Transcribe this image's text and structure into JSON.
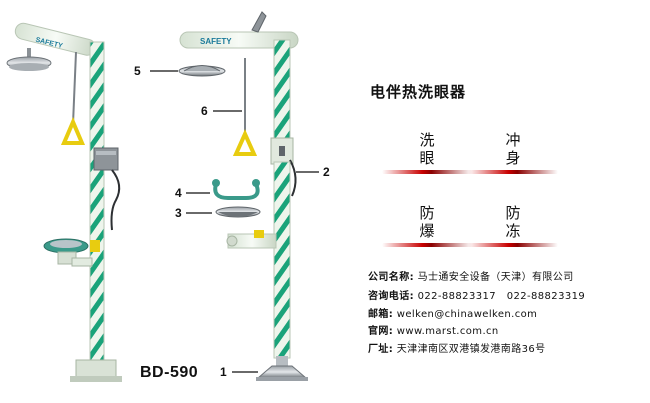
{
  "product": {
    "title": "电伴热洗眼器",
    "model": "BD-590"
  },
  "features": [
    {
      "top": "洗",
      "bottom": "眼"
    },
    {
      "top": "冲",
      "bottom": "身"
    },
    {
      "top": "防",
      "bottom": "爆"
    },
    {
      "top": "防",
      "bottom": "冻"
    }
  ],
  "brand_mark": "SAFETY",
  "callouts": [
    "1",
    "2",
    "3",
    "4",
    "5",
    "6"
  ],
  "company": {
    "name_label": "公司名称:",
    "name": "马士通安全设备（天津）有限公司",
    "phone_label": "咨询电话:",
    "phone": "022-88823317   022-88823319",
    "email_label": "邮箱:",
    "email": "welken@chinawelken.com",
    "website_label": "官网:",
    "website": "www.marst.com.cn",
    "address_label": "厂址:",
    "address": "天津津南区双港镇发港南路36号"
  },
  "colors": {
    "pipe": "#eef5ec",
    "stripe": "#1aa37a",
    "handle": "#e8cc10",
    "bowl": "#3a9a8a",
    "accent_red": "#c80000"
  }
}
